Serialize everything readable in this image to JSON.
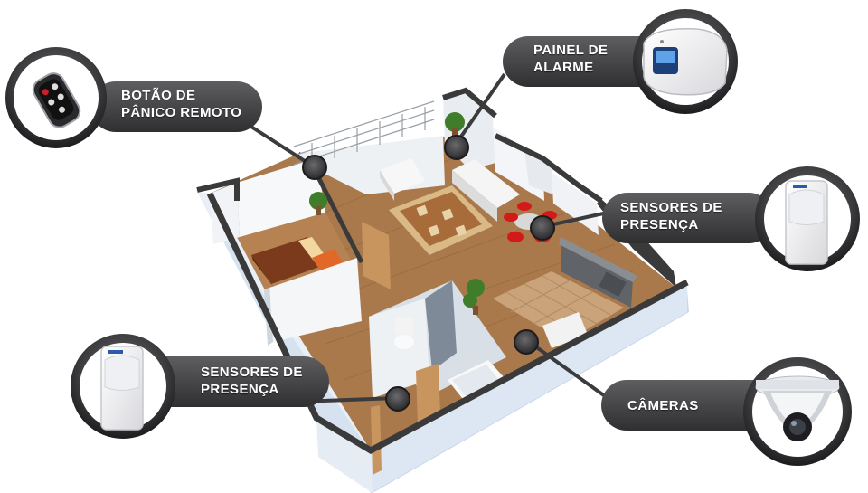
{
  "callouts": {
    "panic": {
      "line1": "BOTÃO DE",
      "line2": "PÂNICO REMOTO",
      "icon": "remote-keyfob-icon"
    },
    "panel": {
      "line1": "PAINEL DE",
      "line2": "ALARME",
      "icon": "alarm-panel-icon"
    },
    "sensor_right": {
      "line1": "SENSORES DE",
      "line2": "PRESENÇA",
      "icon": "motion-sensor-icon"
    },
    "sensor_left": {
      "line1": "SENSORES DE",
      "line2": "PRESENÇA",
      "icon": "motion-sensor-icon"
    },
    "cameras": {
      "line1": "CÂMERAS",
      "icon": "dome-camera-icon"
    }
  },
  "colors": {
    "pill": "#4a4a4c",
    "pill_dark": "#2e2e30",
    "wall_white": "#f4f6f8",
    "wall_blue": "#dbe6f2",
    "wall_top": "#3a3a3a",
    "floor_wood": "#a87a4e",
    "floor_tile": "#c9a37a",
    "connector": "#3b3b3d"
  }
}
